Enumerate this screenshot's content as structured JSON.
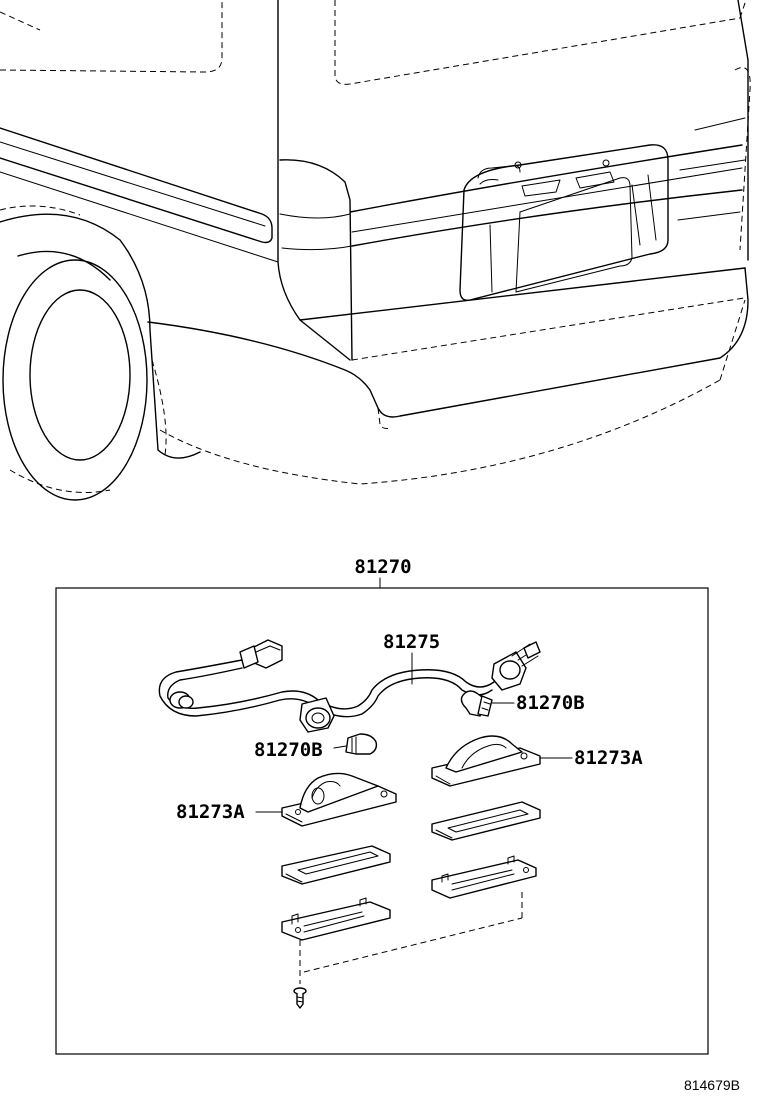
{
  "labels": {
    "assembly": "81270",
    "wire": "81275",
    "bulb_right": "81270B",
    "bulb_left": "81270B",
    "lamp_right": "81273A",
    "lamp_left": "81273A"
  },
  "diagram_code": "814679B"
}
